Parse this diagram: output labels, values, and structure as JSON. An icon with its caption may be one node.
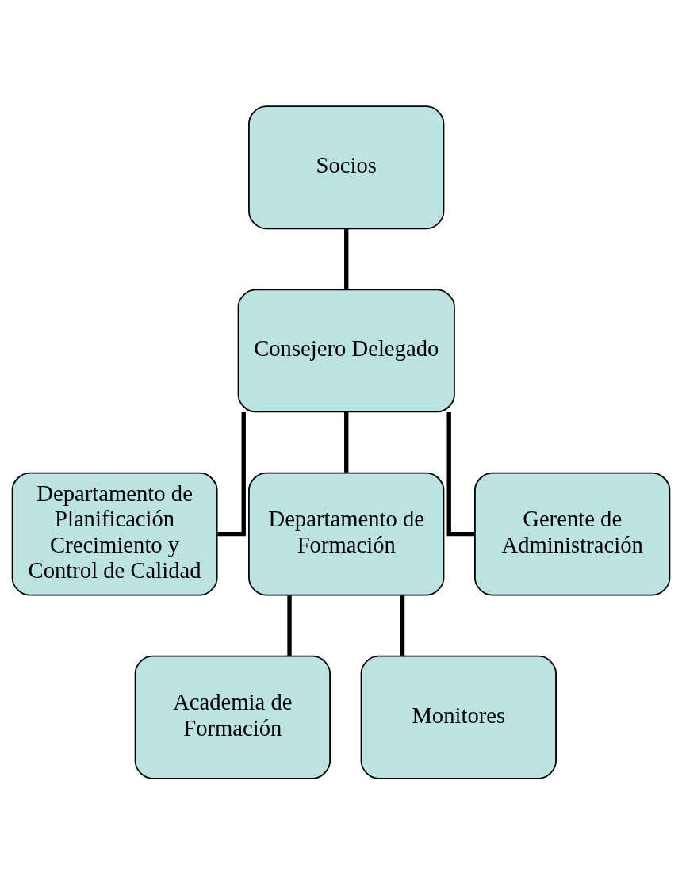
{
  "diagram": {
    "nodes": [
      {
        "text": [
          "Socios"
        ]
      },
      {
        "text": [
          "Consejero Delegado"
        ]
      },
      {
        "text": [
          "Departamento de Planificación Crecimiento y Control de Calidad"
        ]
      },
      {
        "text": [
          "Departamento de Formación"
        ]
      },
      {
        "text": [
          "Gerente de Administración"
        ]
      },
      {
        "text": [
          "Academia de Formación"
        ]
      },
      {
        "text": [
          "Monitores"
        ]
      }
    ],
    "edges": [
      {
        "from": 0,
        "to": 1,
        "arrow": "none"
      },
      {
        "from": 1,
        "to": 2,
        "arrow": "none"
      },
      {
        "from": 1,
        "to": 3,
        "arrow": "none"
      },
      {
        "from": 1,
        "to": 4,
        "arrow": "none"
      },
      {
        "from": 3,
        "to": 5,
        "arrow": "none"
      },
      {
        "from": 3,
        "to": 6,
        "arrow": "none"
      }
    ]
  }
}
